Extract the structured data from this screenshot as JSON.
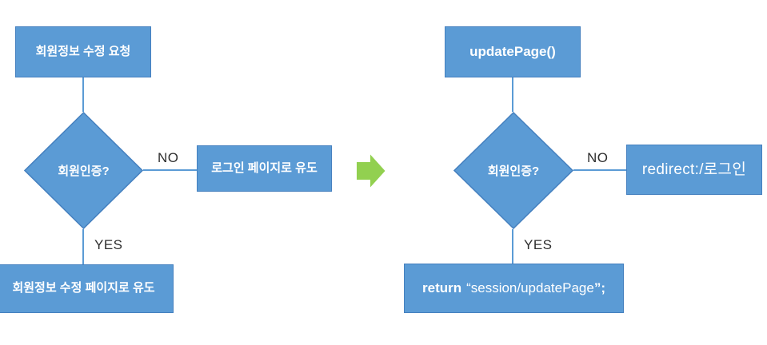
{
  "colors": {
    "shape_fill": "#5b9bd5",
    "shape_border": "#4580bf",
    "connector": "#5b9bd5",
    "transform_arrow": "#92d050",
    "edge_label_text": "#2e2e2e",
    "shape_text": "#ffffff"
  },
  "left_flow": {
    "start_box": "회원정보 수정 요청",
    "decision": "회원인증?",
    "no_label": "NO",
    "no_box": "로그인 페이지로 유도",
    "yes_label": "YES",
    "yes_box": "회원정보 수정 페이지로 유도"
  },
  "transform_arrow": {
    "icon": "block-arrow-right-icon"
  },
  "right_flow": {
    "start_box": "updatePage()",
    "decision": "회원인증?",
    "no_label": "NO",
    "no_box": "redirect:/로그인",
    "yes_label": "YES",
    "yes_box": {
      "keyword": "return",
      "body": "“session/updatePage",
      "tail": "”;"
    }
  }
}
